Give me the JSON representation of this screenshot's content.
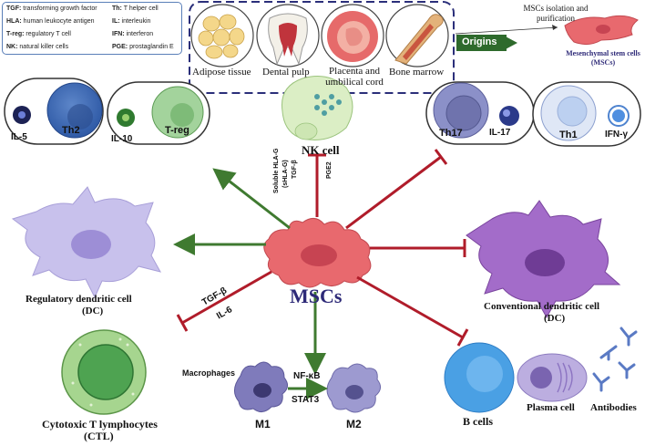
{
  "legend": {
    "items": [
      {
        "abbr": "TGF:",
        "text": "transforming growth factor"
      },
      {
        "abbr": "HLA:",
        "text": "human leukocyte antigen"
      },
      {
        "abbr": "T-reg:",
        "text": "regulatory T cell"
      },
      {
        "abbr": "NK:",
        "text": "natural killer cells"
      },
      {
        "abbr": "Th:",
        "text": "T helper cell"
      },
      {
        "abbr": "IL:",
        "text": "interleukin"
      },
      {
        "abbr": "IFN:",
        "text": "interferon"
      },
      {
        "abbr": "PGE:",
        "text": "prostaglandin E"
      }
    ]
  },
  "origins": {
    "button": "Origins",
    "sources": [
      "Adipose tissue",
      "Dental pulp",
      "Placenta and umbilical cord",
      "Bone marrow"
    ],
    "isolation": "MSCs isolation and purification",
    "msc_caption": "Mesenchymal stem cells (MSCs)"
  },
  "cells": {
    "il5": "IL-5",
    "th2": "Th2",
    "il10": "IL-10",
    "treg": "T-reg",
    "nk": "NK cell",
    "th17": "Th17",
    "il17": "IL-17",
    "th1": "Th1",
    "ifng": "IFN-γ",
    "rdc": "Regulatory dendritic cell",
    "rdc2": "(DC)",
    "cdc": "Conventional dendritic cell",
    "cdc2": "(DC)",
    "ctl": "Cytotoxic T lymphocytes",
    "ctl2": "(CTL)",
    "macro": "Macrophages",
    "m1": "M1",
    "m2": "M2",
    "nfkb": "NF-κB",
    "stat3": "STAT3",
    "bcells": "B cells",
    "plasma": "Plasma cell",
    "antibodies": "Antibodies"
  },
  "center": {
    "label": "MSCs",
    "soluble": "Soluble HLA-G",
    "shla": "(sHLA-G)",
    "pge2": "PGE2",
    "tgfb_v": "TGF-β",
    "tgfb": "TGF-β",
    "il6": "IL-6"
  },
  "colors": {
    "activate": "#3f7a30",
    "inhibit": "#b01c2a",
    "msc": "#e8696e",
    "title": "#2e2a78"
  }
}
